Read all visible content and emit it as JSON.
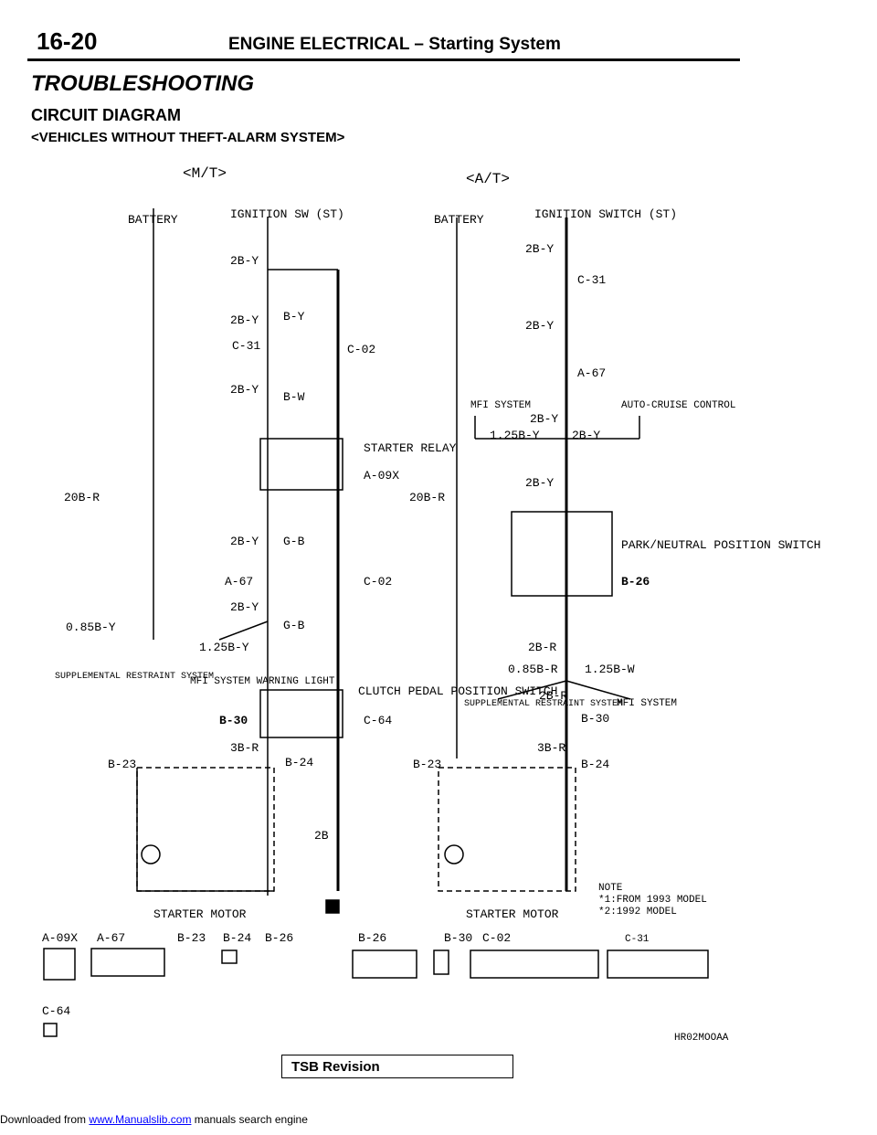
{
  "header": {
    "page_number": "16-20",
    "section": "ENGINE ELECTRICAL – Starting System"
  },
  "headings": {
    "troubleshooting": "TROUBLESHOOTING",
    "circuit_diagram": "CIRCUIT DIAGRAM",
    "variant": "<VEHICLES WITHOUT THEFT-ALARM SYSTEM>"
  },
  "diagram": {
    "mt": {
      "title": "<M/T>",
      "battery": "BATTERY",
      "ignition_switch": "IGNITION SW (ST)",
      "wires": [
        "2B-Y",
        "2B-Y",
        "2B-Y",
        "2B-Y",
        "2B-Y",
        "3B-R",
        "B-Y",
        "B-W",
        "G-B",
        "G-B",
        "1.25B-Y",
        "0.85B-Y",
        "20B-R",
        "2B"
      ],
      "connectors": [
        "C-31",
        "C-02",
        "A-09X",
        "C-02",
        "A-67",
        "C-64",
        "B-30",
        "B-23",
        "B-24"
      ],
      "labels": {
        "starter_relay": "STARTER RELAY",
        "clutch_switch": "CLUTCH PEDAL POSITION SWITCH",
        "srs": "SUPPLEMENTAL RESTRAINT SYSTEM",
        "mfi_warning": "MFI SYSTEM WARNING LIGHT",
        "starter_motor": "STARTER MOTOR"
      }
    },
    "at": {
      "title": "<A/T>",
      "battery": "BATTERY",
      "ignition_switch": "IGNITION SWITCH (ST)",
      "wires": [
        "2B-Y",
        "2B-Y",
        "2B-Y",
        "2B-Y",
        "2B-Y",
        "1.25B-Y",
        "2B-R",
        "0.85B-R",
        "1.25B-W",
        "2B-R",
        "3B-R",
        "20B-R"
      ],
      "connectors": [
        "C-31",
        "A-67",
        "B-26",
        "B-30",
        "B-23",
        "B-24"
      ],
      "labels": {
        "mfi_system": "MFI SYSTEM",
        "auto_cruise": "AUTO-CRUISE CONTROL",
        "park_neutral": "PARK/NEUTRAL POSITION SWITCH",
        "srs": "SUPPLEMENTAL RESTRAINT SYSTEM",
        "mfi_system2": "MFI SYSTEM",
        "starter_motor": "STARTER MOTOR"
      }
    },
    "note": {
      "title": "NOTE",
      "n1": "*1:FROM 1993 MODEL",
      "n2": "*2:1992 MODEL"
    },
    "connector_row": [
      "A-09X",
      "A-67",
      "B-23",
      "B-24",
      "B-26",
      "B-26",
      "B-30",
      "C-02",
      "C-31",
      "C-64"
    ]
  },
  "figure_code": "HR02MOOAA",
  "tsb": "TSB Revision",
  "footer": {
    "prefix": "Downloaded from",
    "link": "www.Manualslib.com",
    "suffix": "manuals search engine"
  }
}
